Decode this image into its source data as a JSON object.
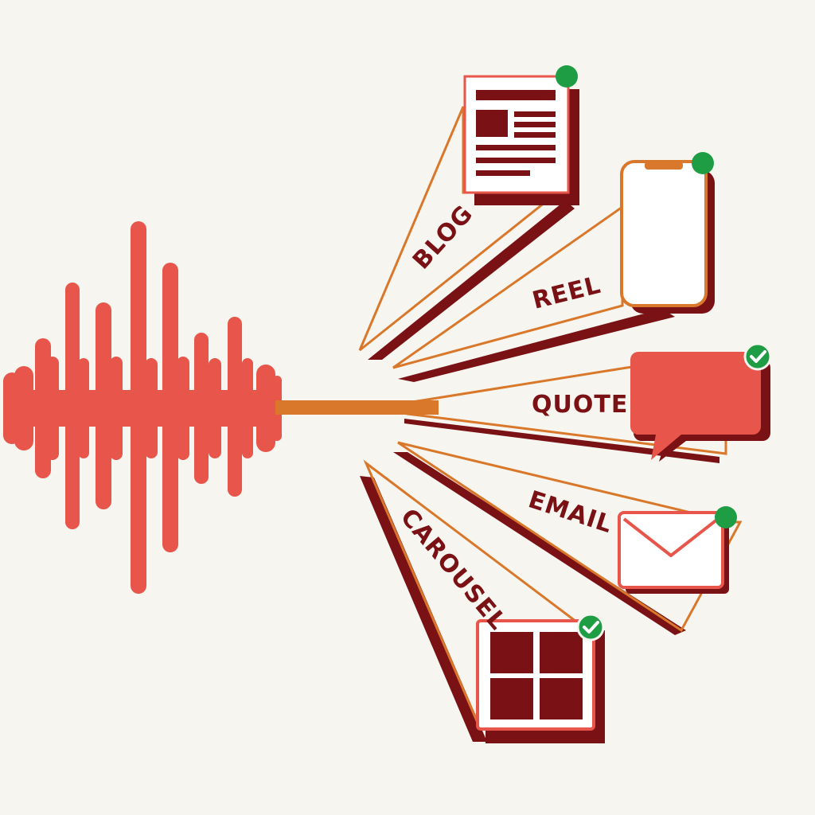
{
  "outputs": [
    {
      "id": "blog",
      "label": "BLOG",
      "icon": "newspaper-icon",
      "status": "dot"
    },
    {
      "id": "reel",
      "label": "REEL",
      "icon": "smartphone-icon",
      "status": "dot"
    },
    {
      "id": "quote",
      "label": "QUOTE",
      "icon": "speech-bubble-icon",
      "status": "check"
    },
    {
      "id": "email",
      "label": "EMAIL",
      "icon": "envelope-icon",
      "status": "dot"
    },
    {
      "id": "carousel",
      "label": "CAROUSEL",
      "icon": "grid-icon",
      "status": "check"
    }
  ],
  "colors": {
    "background": "#f7f5f0",
    "coral": "#e8554a",
    "dark_red": "#7a1114",
    "orange": "#d9782a",
    "green": "#1f9d45"
  },
  "waveform_icon": "audio-waveform-icon"
}
